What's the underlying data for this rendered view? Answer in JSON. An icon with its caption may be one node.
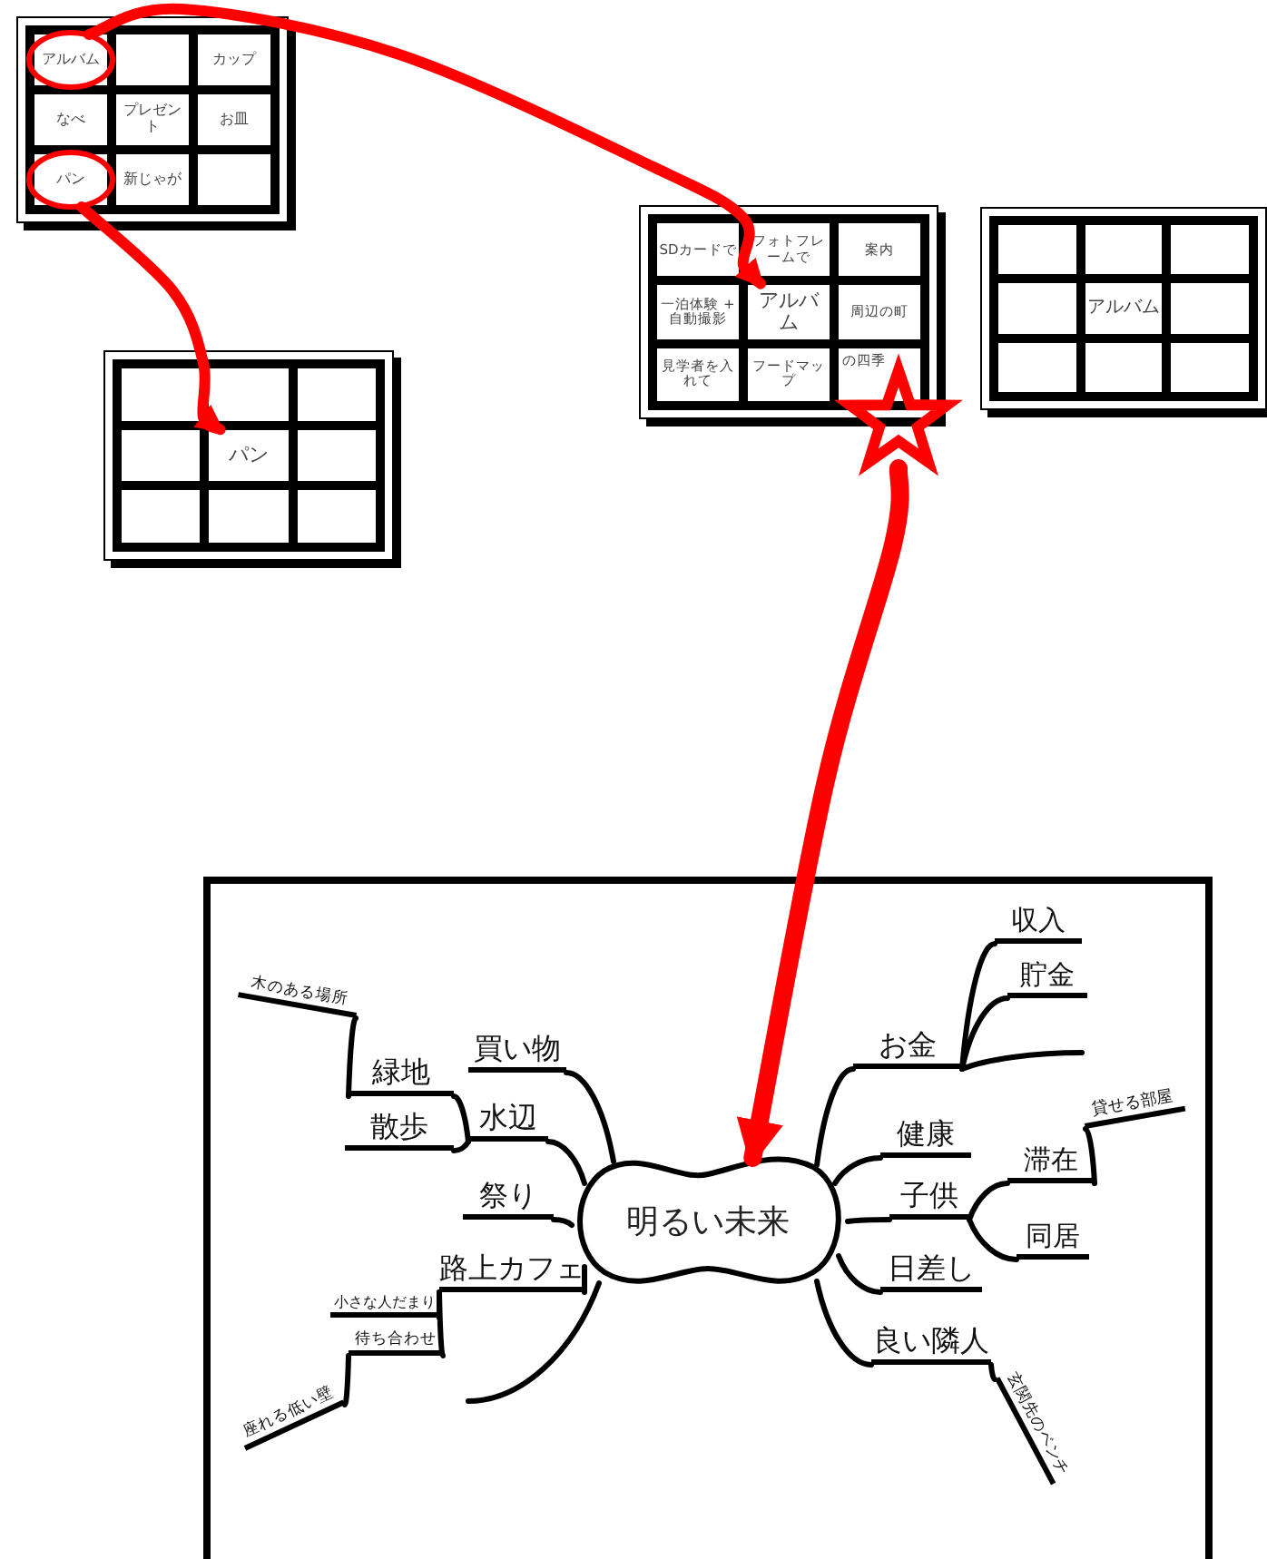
{
  "diagram": {
    "nodes": [
      {
        "text": [],
        "shape": "box"
      },
      {
        "text": [
          "アルバム"
        ],
        "in": 0
      },
      {
        "text": [],
        "shape": "box",
        "in": 0
      },
      {
        "text": [
          "カップ"
        ],
        "in": 0
      },
      {
        "text": [
          "なべ"
        ],
        "in": 0
      },
      {
        "text": [
          "プレゼント"
        ],
        "in": 0
      },
      {
        "text": [
          "お皿"
        ],
        "in": 0
      },
      {
        "text": [
          "パン"
        ],
        "in": 0
      },
      {
        "text": [
          "新じゃが"
        ],
        "in": 0
      },
      {
        "text": [],
        "shape": "box",
        "in": 0
      },
      {
        "text": [],
        "shape": "box"
      },
      {
        "text": [
          "SDカードで"
        ],
        "in": 10
      },
      {
        "text": [
          "フォトフレームで"
        ],
        "in": 10
      },
      {
        "text": [
          "案内"
        ],
        "in": 10
      },
      {
        "text": [
          "一泊体験 + 自動撮影"
        ],
        "in": 10
      },
      {
        "text": [
          "アルバム"
        ],
        "in": 10
      },
      {
        "text": [
          "周辺の町"
        ],
        "in": 10
      },
      {
        "text": [
          "見学者を入れて"
        ],
        "in": 10
      },
      {
        "text": [
          "フードマップ"
        ],
        "in": 10
      },
      {
        "text": [
          "の四季"
        ],
        "in": 10
      },
      {
        "text": [],
        "shape": "box"
      },
      {
        "text": [],
        "shape": "box",
        "in": 20
      },
      {
        "text": [],
        "shape": "box",
        "in": 20
      },
      {
        "text": [],
        "shape": "box",
        "in": 20
      },
      {
        "text": [],
        "shape": "box",
        "in": 20
      },
      {
        "text": [
          "アルバム"
        ],
        "in": 20
      },
      {
        "text": [],
        "shape": "box",
        "in": 20
      },
      {
        "text": [],
        "shape": "box",
        "in": 20
      },
      {
        "text": [],
        "shape": "box",
        "in": 20
      },
      {
        "text": [],
        "shape": "box",
        "in": 20
      },
      {
        "text": [],
        "shape": "box"
      },
      {
        "text": [],
        "shape": "box",
        "in": 30
      },
      {
        "text": [],
        "shape": "box",
        "in": 30
      },
      {
        "text": [],
        "shape": "box",
        "in": 30
      },
      {
        "text": [],
        "shape": "box",
        "in": 30
      },
      {
        "text": [
          "パン"
        ],
        "in": 30
      },
      {
        "text": [],
        "shape": "box",
        "in": 30
      },
      {
        "text": [],
        "shape": "box",
        "in": 30
      },
      {
        "text": [],
        "shape": "box",
        "in": 30
      },
      {
        "text": [],
        "shape": "box",
        "in": 30
      },
      {
        "text": [],
        "shape": "star"
      },
      {
        "text": [],
        "shape": "box"
      },
      {
        "text": [
          "明るい未来"
        ],
        "in": 41
      },
      {
        "text": [
          "買い物"
        ],
        "in": 41
      },
      {
        "text": [
          "水辺"
        ],
        "in": 41
      },
      {
        "text": [
          "緑地"
        ],
        "in": 41
      },
      {
        "text": [
          "木のある場所"
        ],
        "in": 41
      },
      {
        "text": [
          "散歩"
        ],
        "in": 41
      },
      {
        "text": [
          "祭り"
        ],
        "in": 41
      },
      {
        "text": [
          "路上カフェ"
        ],
        "in": 41
      },
      {
        "text": [
          "小さな人だまり"
        ],
        "in": 41
      },
      {
        "text": [
          "待ち合わせ"
        ],
        "in": 41
      },
      {
        "text": [
          "座れる低い壁"
        ],
        "in": 41
      },
      {
        "text": [
          "お金"
        ],
        "in": 41
      },
      {
        "text": [
          "収入"
        ],
        "in": 41
      },
      {
        "text": [
          "貯金"
        ],
        "in": 41
      },
      {
        "text": [
          "健康"
        ],
        "in": 41
      },
      {
        "text": [
          "子供"
        ],
        "in": 41
      },
      {
        "text": [
          "滞在"
        ],
        "in": 41
      },
      {
        "text": [
          "貸せる部屋"
        ],
        "in": 41
      },
      {
        "text": [
          "同居"
        ],
        "in": 41
      },
      {
        "text": [
          "日差し"
        ],
        "in": 41
      },
      {
        "text": [
          "良い隣人"
        ],
        "in": 41
      },
      {
        "text": [
          "玄関先のベンチ"
        ],
        "in": 41
      }
    ],
    "edges": [
      {
        "from": 1,
        "to": 15,
        "arrow": "to",
        "style": "thick",
        "color": "#ff0000"
      },
      {
        "from": 7,
        "to": 35,
        "arrow": "to",
        "style": "thick",
        "color": "#ff0000"
      },
      {
        "from": 40,
        "to": 42,
        "arrow": "to",
        "style": "thick",
        "color": "#ff0000"
      },
      {
        "from": 42,
        "to": 43,
        "arrow": "none"
      },
      {
        "from": 42,
        "to": 44,
        "arrow": "none"
      },
      {
        "from": 44,
        "to": 45,
        "arrow": "none"
      },
      {
        "from": 45,
        "to": 46,
        "arrow": "none"
      },
      {
        "from": 44,
        "to": 47,
        "arrow": "none"
      },
      {
        "from": 42,
        "to": 48,
        "arrow": "none"
      },
      {
        "from": 42,
        "to": 49,
        "arrow": "none"
      },
      {
        "from": 49,
        "to": 50,
        "arrow": "none"
      },
      {
        "from": 49,
        "to": 51,
        "arrow": "none"
      },
      {
        "from": 51,
        "to": 52,
        "arrow": "none"
      },
      {
        "from": 42,
        "to": null,
        "arrow": "none"
      },
      {
        "from": 42,
        "to": 53,
        "arrow": "none"
      },
      {
        "from": 53,
        "to": 54,
        "arrow": "none"
      },
      {
        "from": 53,
        "to": 55,
        "arrow": "none"
      },
      {
        "from": 53,
        "to": null,
        "arrow": "none"
      },
      {
        "from": 42,
        "to": 56,
        "arrow": "none"
      },
      {
        "from": 42,
        "to": 57,
        "arrow": "none"
      },
      {
        "from": 57,
        "to": 58,
        "arrow": "none"
      },
      {
        "from": 58,
        "to": 59,
        "arrow": "none"
      },
      {
        "from": 57,
        "to": 60,
        "arrow": "none"
      },
      {
        "from": 42,
        "to": 61,
        "arrow": "none"
      },
      {
        "from": 42,
        "to": 62,
        "arrow": "none"
      },
      {
        "from": 62,
        "to": 63,
        "arrow": "none"
      }
    ]
  }
}
